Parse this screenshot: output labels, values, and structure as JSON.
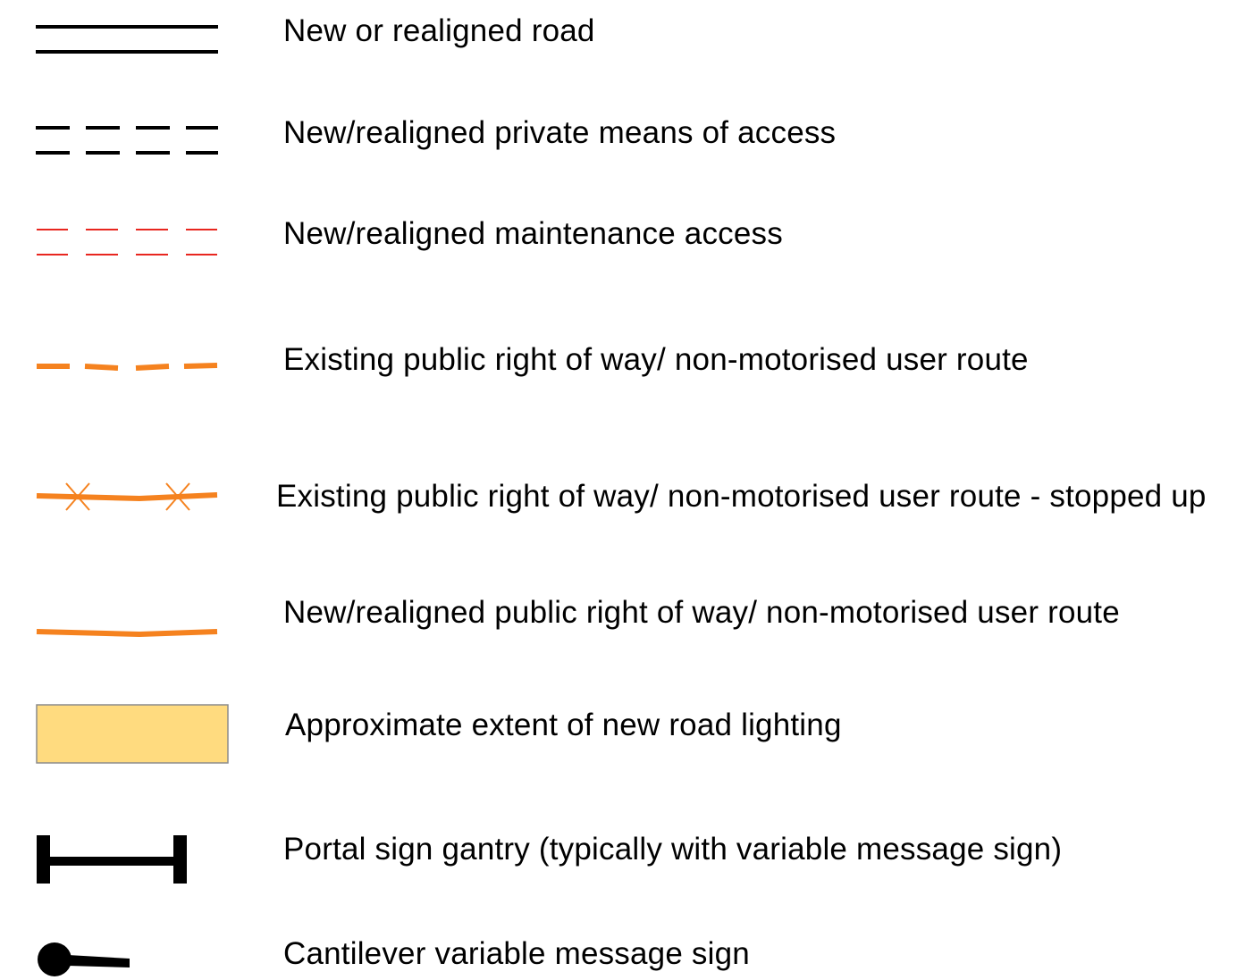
{
  "legend": {
    "items": [
      {
        "symbol": "double-black-line-icon",
        "label": "New or realigned road"
      },
      {
        "symbol": "double-black-dashed-line-icon",
        "label": "New/realigned private means of access"
      },
      {
        "symbol": "double-red-dashed-line-icon",
        "label": "New/realigned maintenance access"
      },
      {
        "symbol": "orange-dashed-line-icon",
        "label": "Existing public right of way/ non-motorised user route"
      },
      {
        "symbol": "orange-line-with-crosses-icon",
        "label": "Existing public right of way/ non-motorised user route - stopped up"
      },
      {
        "symbol": "orange-solid-line-icon",
        "label": "New/realigned public right of way/ non-motorised user route"
      },
      {
        "symbol": "yellow-rectangle-icon",
        "label": "Approximate extent of new road lighting"
      },
      {
        "symbol": "portal-gantry-icon",
        "label": "Portal sign gantry (typically with variable message sign)"
      },
      {
        "symbol": "cantilever-sign-icon",
        "label": "Cantilever variable message sign"
      }
    ]
  },
  "colors": {
    "black": "#000000",
    "red": "#e8261f",
    "orange": "#f5821f",
    "lighting_fill": "#ffdb7f",
    "lighting_border": "#8c8c8c"
  }
}
